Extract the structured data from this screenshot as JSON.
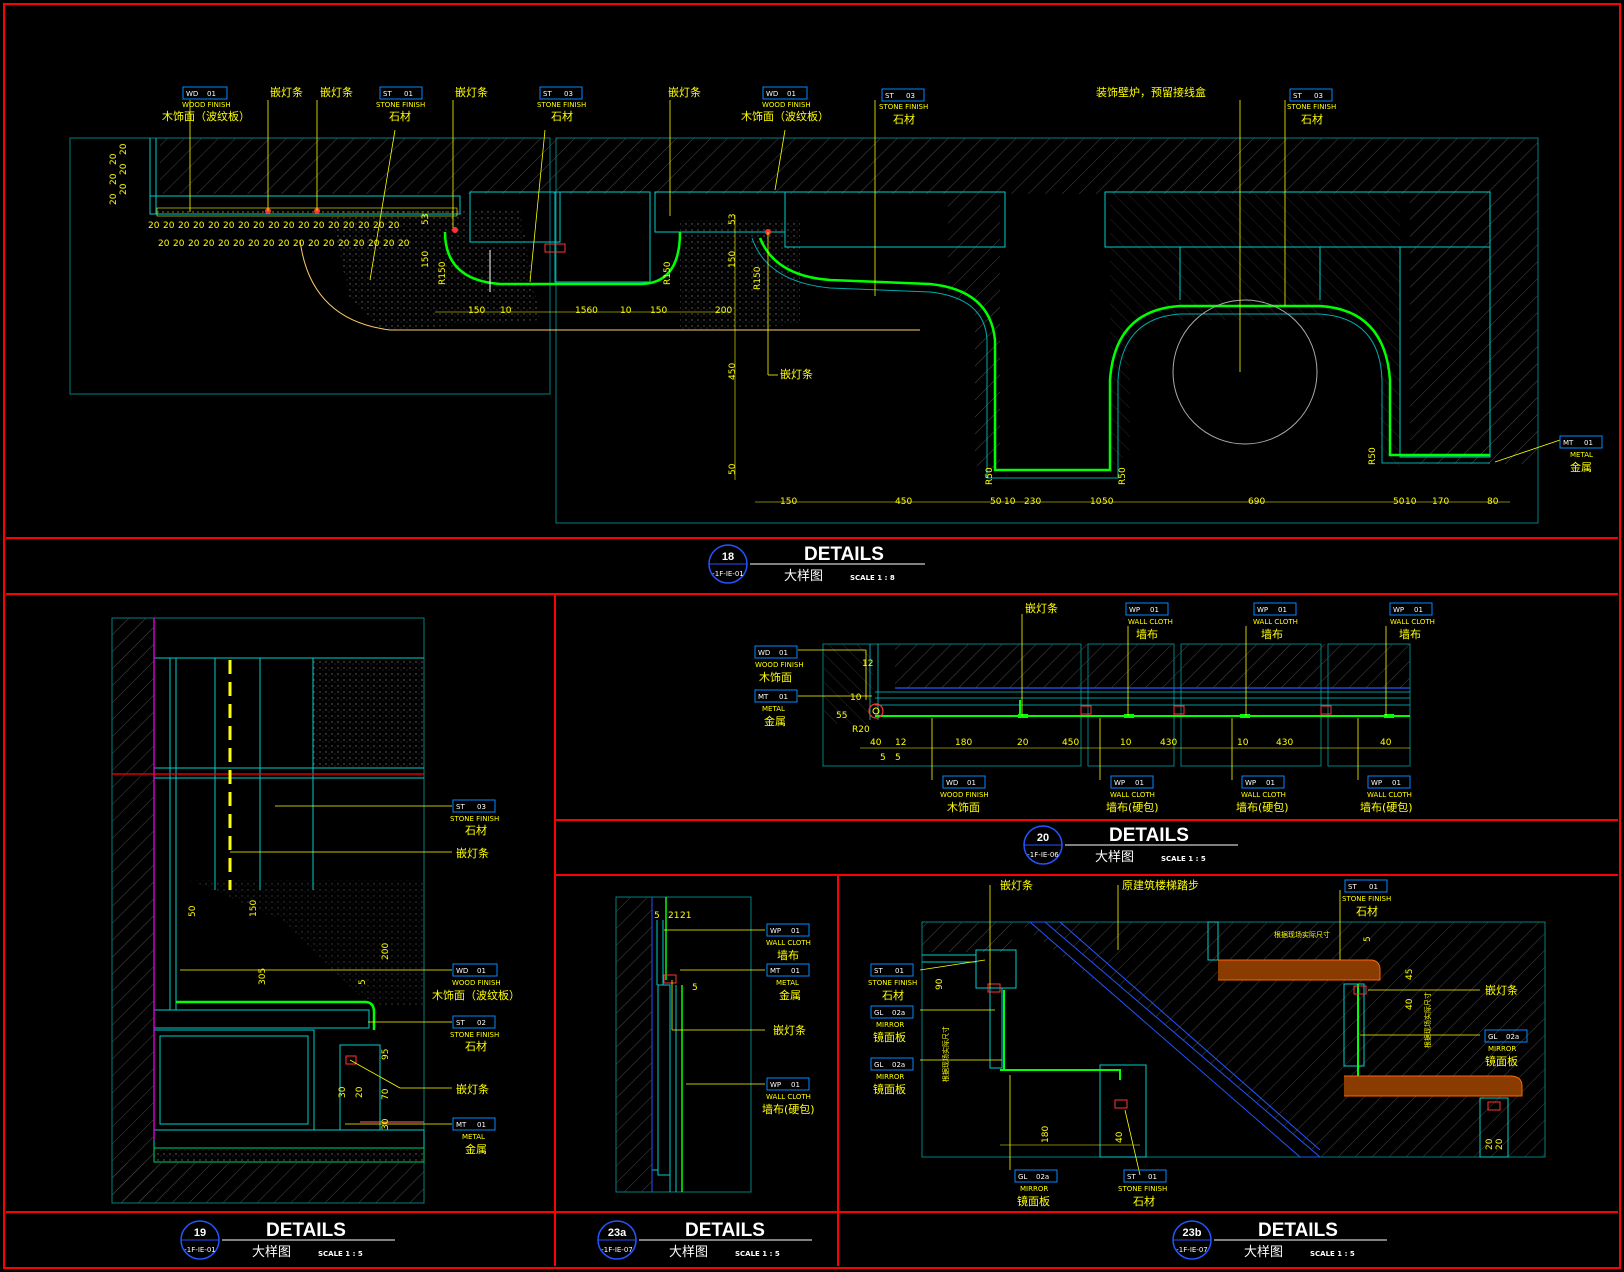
{
  "title_blocks": [
    {
      "id": "18",
      "ref": "-1F-IE-01",
      "title": "DETAILS",
      "subtitle": "大样图",
      "scale": "SCALE 1 : 8"
    },
    {
      "id": "19",
      "ref": "-1F-IE-01",
      "title": "DETAILS",
      "subtitle": "大样图",
      "scale": "SCALE 1 : 5"
    },
    {
      "id": "20",
      "ref": "-1F-IE-06",
      "title": "DETAILS",
      "subtitle": "大样图",
      "scale": "SCALE 1 : 5"
    },
    {
      "id": "23a",
      "ref": "-1F-IE-07",
      "title": "DETAILS",
      "subtitle": "大样图",
      "scale": "SCALE 1 : 5"
    },
    {
      "id": "23b",
      "ref": "-1F-IE-07",
      "title": "DETAILS",
      "subtitle": "大样图",
      "scale": "SCALE 1 : 5"
    }
  ],
  "materials": {
    "wd01": {
      "code": "WD",
      "num": "01",
      "en": "WOOD FINISH",
      "cn": "木饰面（波纹板）"
    },
    "wd01b": {
      "code": "WD",
      "num": "01",
      "en": "WOOD FINISH",
      "cn": "木饰面"
    },
    "st01": {
      "code": "ST",
      "num": "01",
      "en": "STONE FINISH",
      "cn": "石材"
    },
    "st02": {
      "code": "ST",
      "num": "02",
      "en": "STONE FINISH",
      "cn": "石材"
    },
    "st03": {
      "code": "ST",
      "num": "03",
      "en": "STONE FINISH",
      "cn": "石材"
    },
    "mt01": {
      "code": "MT",
      "num": "01",
      "en": "METAL",
      "cn": "金属"
    },
    "wp01": {
      "code": "WP",
      "num": "01",
      "en": "WALL CLOTH",
      "cn": "墙布"
    },
    "wp01h": {
      "code": "WP",
      "num": "01",
      "en": "WALL CLOTH",
      "cn": "墙布(硬包)"
    },
    "gl02a": {
      "code": "GL",
      "num": "02a",
      "en": "MIRROR",
      "cn": "镜面板"
    }
  },
  "notes": {
    "led": "嵌灯条",
    "fireplace": "装饰壁炉，预留接线盒",
    "stair": "原建筑楼梯踏步",
    "site_a": "根据现场实际尺寸",
    "site_b": "根据现场实际尺寸"
  },
  "dims18": {
    "top_rows": [
      "20",
      "20",
      "20",
      "20",
      "20",
      "20",
      "20",
      "20",
      "20",
      "20",
      "20",
      "20",
      "20",
      "20",
      "20",
      "20",
      "20"
    ],
    "bottom": [
      "150",
      "10",
      "1560",
      "10",
      "150",
      "200"
    ],
    "vert": [
      "53",
      "150",
      "53",
      "150",
      "450",
      "50"
    ],
    "radii": [
      "R150",
      "R150",
      "R150",
      "R50",
      "R50",
      "R50"
    ],
    "lower": [
      "150",
      "450",
      "50",
      "10",
      "230",
      "10",
      "50",
      "690",
      "50",
      "10",
      "170",
      "80"
    ]
  },
  "dims19": [
    "50",
    "150",
    "305",
    "5",
    "200",
    "95",
    "70",
    "30",
    "20",
    "30"
  ],
  "dims20": [
    "40",
    "5",
    "12",
    "5",
    "180",
    "20",
    "450",
    "10",
    "430",
    "10",
    "430",
    "40",
    "55",
    "10",
    "12",
    "R20"
  ],
  "dims23a": [
    "5",
    "21",
    "21",
    "5"
  ],
  "dims23b": [
    "90",
    "45",
    "40",
    "180",
    "40",
    "20",
    "20",
    "5"
  ]
}
